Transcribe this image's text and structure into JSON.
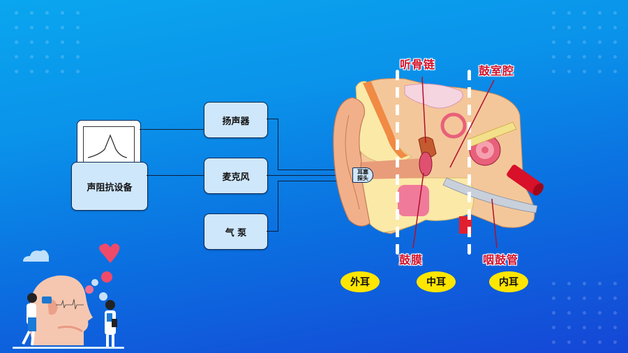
{
  "device": {
    "monitor_icon": "impedance-curve-monitor",
    "label": "声阻抗设备"
  },
  "components": [
    {
      "label": "扬声器"
    },
    {
      "label": "麦克风"
    },
    {
      "label": "气 泵"
    }
  ],
  "probe": {
    "line1": "耳塞",
    "line2": "探头"
  },
  "anatomy_labels": {
    "ossicles": "听骨链",
    "tympanic_cavity": "鼓室腔",
    "eardrum": "鼓膜",
    "eustachian_tube": "咽鼓管"
  },
  "regions": [
    {
      "label": "外耳"
    },
    {
      "label": "中耳"
    },
    {
      "label": "内耳"
    }
  ],
  "colors": {
    "box_fill": "#cfe7fb",
    "label_red": "#d3102a",
    "pill_yellow": "#ffe600",
    "background_top": "#0aa6ef",
    "background_bottom": "#1546d6"
  }
}
